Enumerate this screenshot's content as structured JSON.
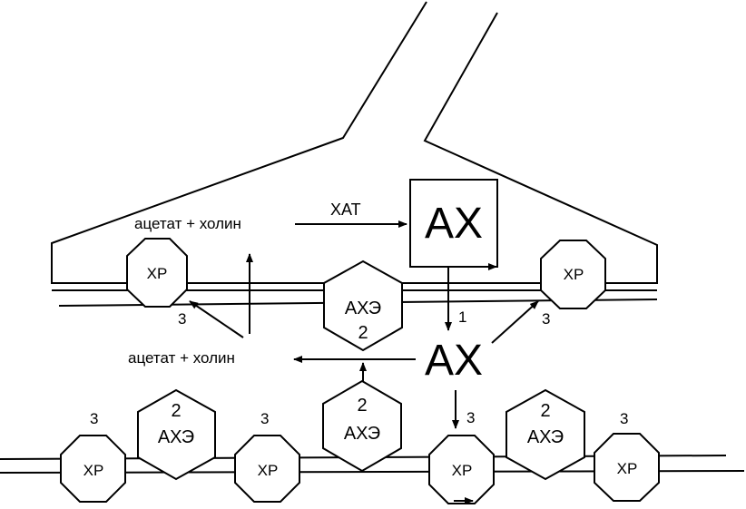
{
  "ach_top": "АХ",
  "ach_mid": "АХ",
  "chat_label": "ХАТ",
  "products_top": "ацетат + холин",
  "products_mid": "ацетат + холин",
  "label_1": "1",
  "achE": [
    {
      "name": "АХЭ",
      "num": "2"
    },
    {
      "name": "АХЭ",
      "num": "2"
    },
    {
      "name": "АХЭ",
      "num": "2"
    },
    {
      "name": "АХЭ",
      "num": "2"
    }
  ],
  "receptors": [
    {
      "label": "ХР",
      "num": "3"
    },
    {
      "label": "ХР",
      "num": "3"
    },
    {
      "label": "ХР",
      "num": "3"
    },
    {
      "label": "ХР",
      "num": "3"
    },
    {
      "label": "ХР",
      "num": "3"
    },
    {
      "label": "ХР",
      "num": "3"
    }
  ]
}
